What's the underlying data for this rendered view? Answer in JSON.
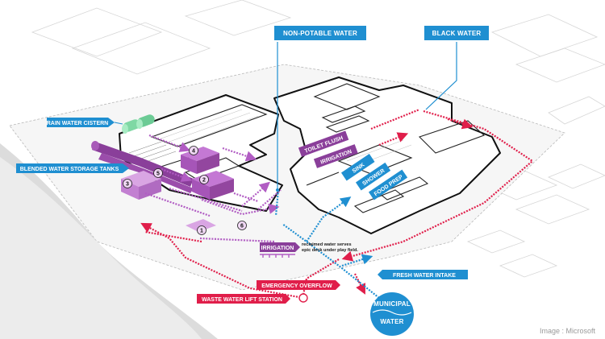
{
  "labels": {
    "non_potable": "NON-POTABLE WATER",
    "black_water": "BLACK WATER",
    "rain_cistern": "RAIN WATER CISTERN",
    "blended_tanks": "BLENDED WATER STORAGE TANKS",
    "toilet_flush": "TOILET FLUSH",
    "irrigation_top": "IRRIGATION",
    "sink": "SINK",
    "shower": "SHOWER",
    "food_prep": "FOOD PREP",
    "irrigation_bottom": "IRRIGATION",
    "irrigation_note_1": "reclaimed water serves",
    "irrigation_note_2": "epic deck under play field.",
    "fresh_intake": "FRESH WATER INTAKE",
    "emergency_overflow": "EMERGENCY OVERFLOW",
    "lift_station": "WASTE WATER LIFT STATION",
    "municipal_1": "MUNICIPAL",
    "municipal_2": "WATER"
  },
  "markers": [
    "1",
    "2",
    "3",
    "4",
    "5",
    "6"
  ],
  "credit": "Image : Microsoft",
  "colors": {
    "blue": "#1f8fd1",
    "dark_blue": "#0b5d9e",
    "purple": "#8a3f9a",
    "light_purple": "#c07fd0",
    "magenta": "#c4265d",
    "red": "#e01e4a",
    "green": "#7fd8a4"
  }
}
